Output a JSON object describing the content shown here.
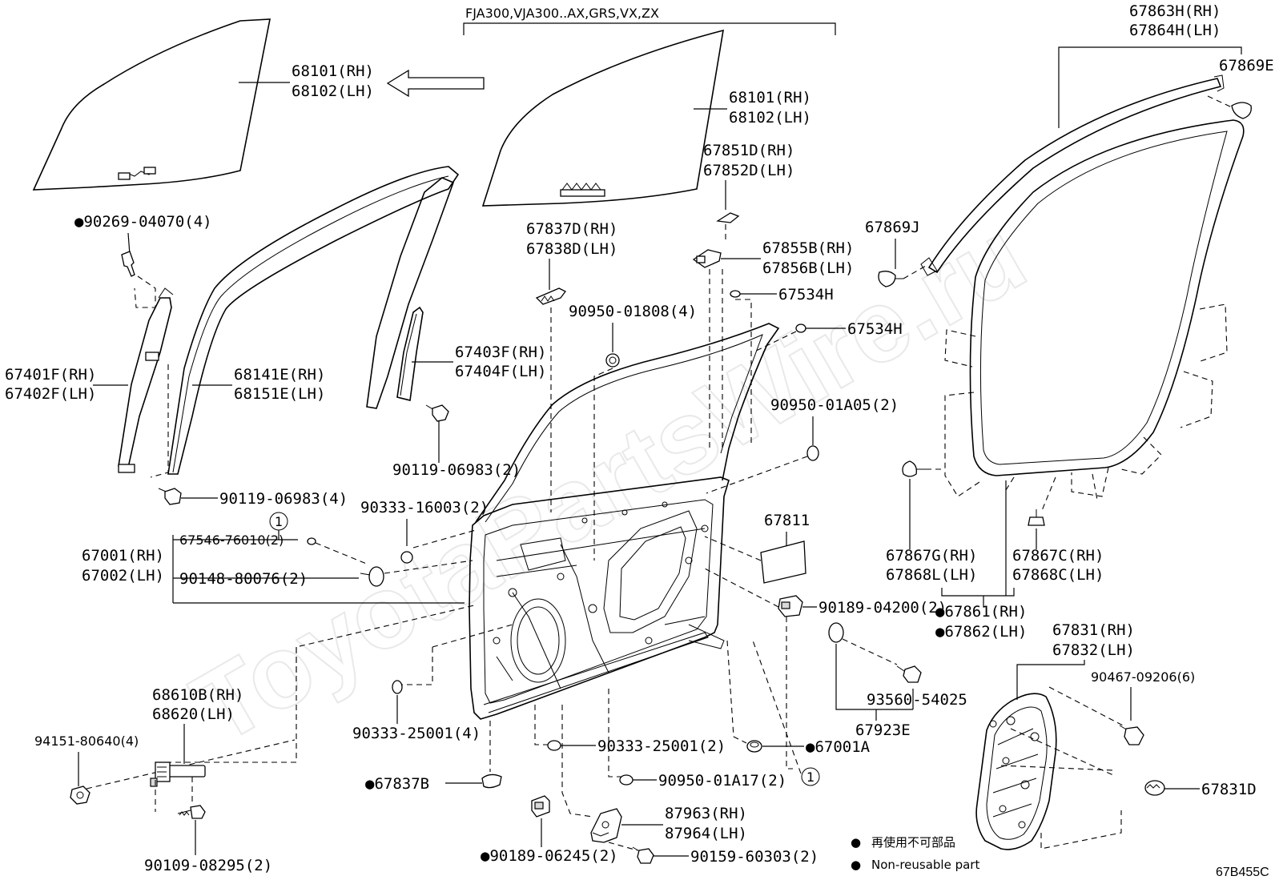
{
  "diagram_code": "67B455C",
  "watermark": "ToyotaPartsWire.ru",
  "variant_note": "FJA300,VJA300..AX,GRS,VX,ZX",
  "legend": {
    "mark": "●",
    "japanese": "再使用不可部品",
    "english": "Non-reusable part"
  },
  "callout_mark": "1",
  "labels": {
    "glass_left_rh": "68101(RH)",
    "glass_left_lh": "68102(LH)",
    "glass_mid_rh": "68101(RH)",
    "glass_mid_lh": "68102(LH)",
    "wstrip_upper_rh": "67863H(RH)",
    "wstrip_upper_lh": "67864H(LH)",
    "clip_67869e": "67869E",
    "clip_67869j": "67869J",
    "bolt_90269": "●90269-04070(4)",
    "run_67401": "67401F(RH)",
    "run_67402": "67402F(LH)",
    "frame_68141": "68141E(RH)",
    "frame_68151": "68151E(LH)",
    "run_67403": "67403F(RH)",
    "run_67404": "67404F(LH)",
    "bolt_90119_2": "90119-06983(2)",
    "bolt_90119_4": "90119-06983(4)",
    "brk_67837": "67837D(RH)",
    "brk_67838": "67838D(LH)",
    "hinge_67851": "67851D(RH)",
    "hinge_67852": "67852D(LH)",
    "brk_67855": "67855B(RH)",
    "brk_67856": "67856B(LH)",
    "plug_67534_a": "67534H",
    "plug_67534_b": "67534H",
    "plug_90950_01808": "90950-01808(4)",
    "plug_90950_01a05": "90950-01A05(2)",
    "plug_90333_16003": "90333-16003(2)",
    "plug_67546": "67546-76010(2)",
    "bolt_90148": "90148-80076(2)",
    "door_67001": "67001(RH)",
    "door_67002": "67002(LH)",
    "pad_67811": "67811",
    "clip_90189_04200": "90189-04200(2)",
    "screw_93560": "93560-54025",
    "set_67923e": "67923E",
    "clip_67867g": "67867G(RH)",
    "clip_67868l": "67868L(LH)",
    "clip_67867c": "67867C(RH)",
    "clip_67868c": "67868C(LH)",
    "wstrip_67861": "●67861(RH)",
    "wstrip_67862": "●67862(LH)",
    "cover_67831": "67831(RH)",
    "cover_67832": "67832(LH)",
    "screw_90467": "90467-09206(6)",
    "plug_67831d": "67831D",
    "hinge_68610b": "68610B(RH)",
    "hinge_68620": "68620(LH)",
    "bolt_94151": "94151-80640(4)",
    "bolt_90109": "90109-08295(2)",
    "plug_90333_25001_a": "90333-25001(4)",
    "plug_90333_25001_b": "90333-25001(2)",
    "plug_67001a": "●67001A",
    "plug_90950_01a17": "90950-01A17(2)",
    "plug_67837b": "●67837B",
    "brk_87963": "87963(RH)",
    "brk_87964": "87964(LH)",
    "clip_90189_06245": "●90189-06245(2)",
    "bolt_90159": "90159-60303(2)"
  }
}
